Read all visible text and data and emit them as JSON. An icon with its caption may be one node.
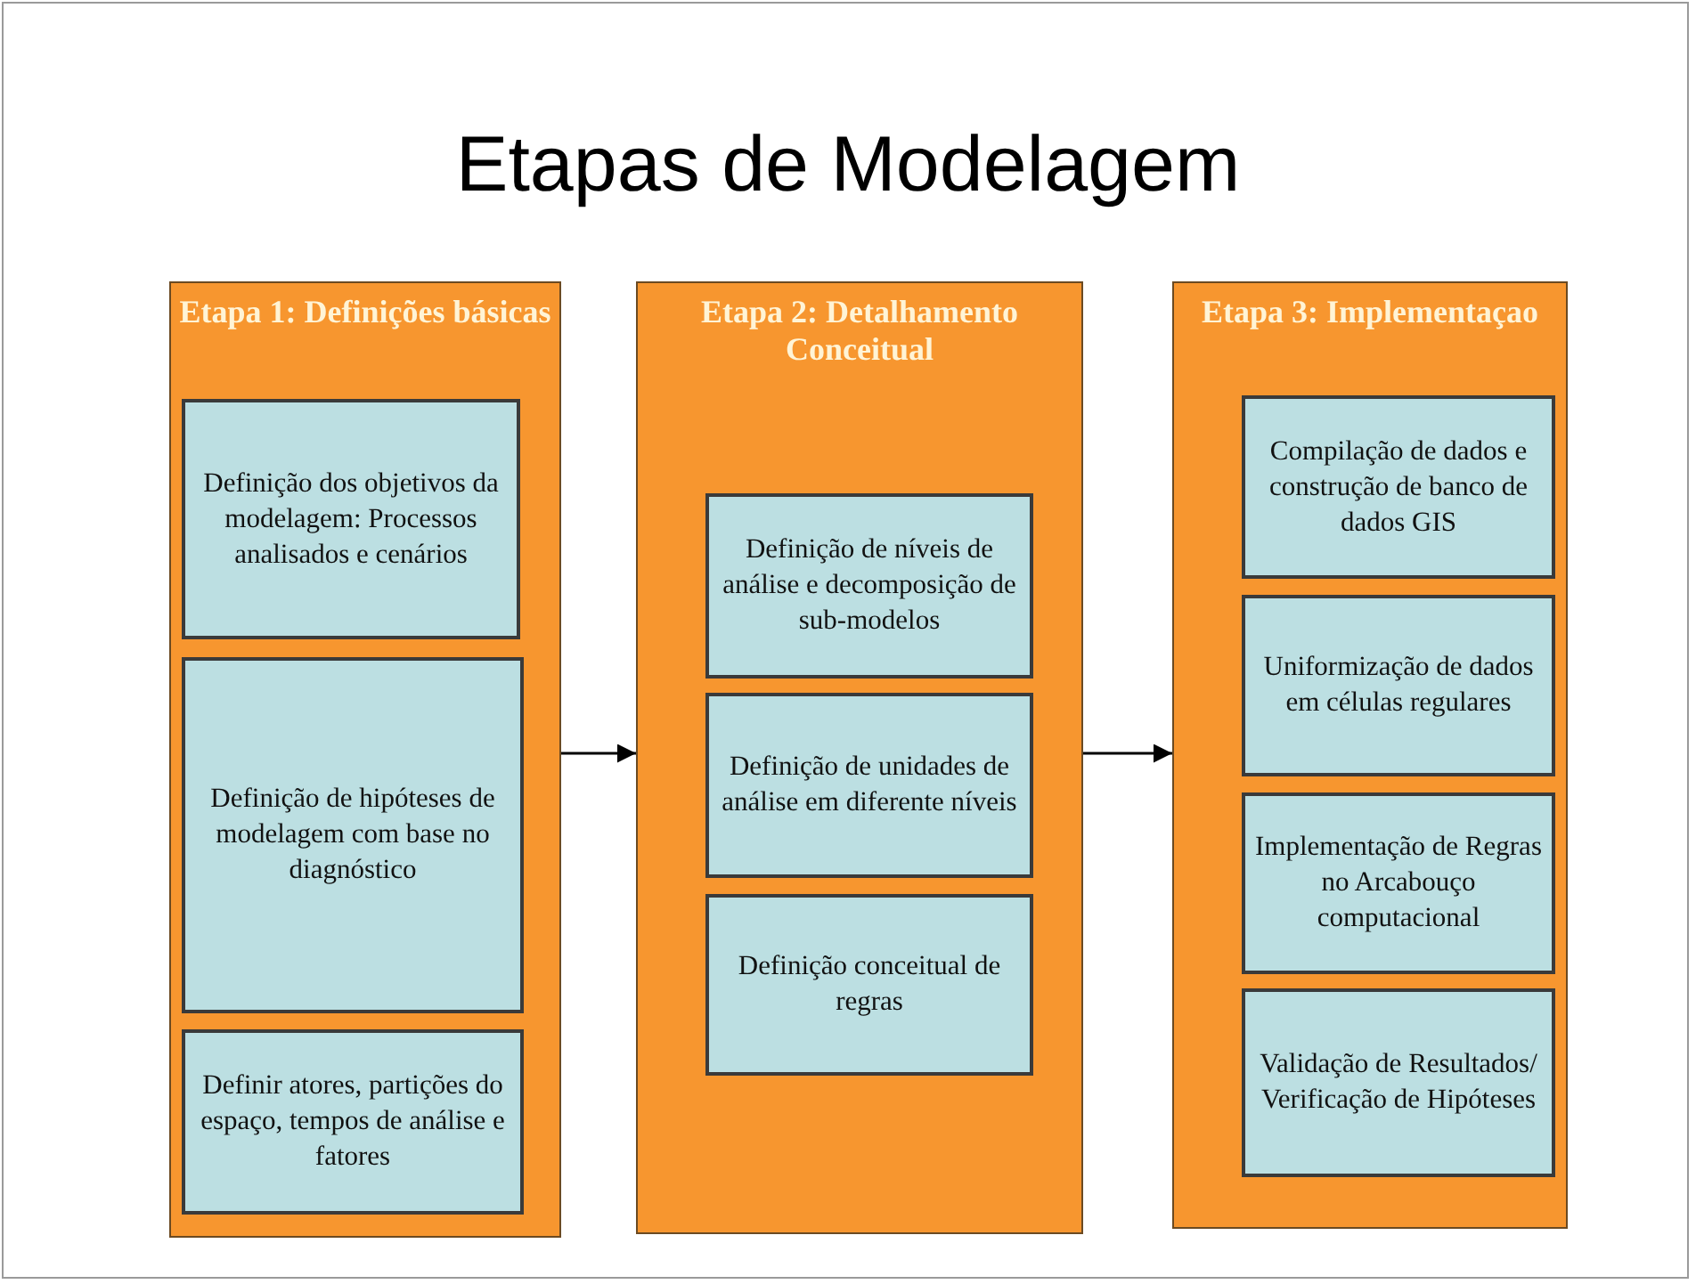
{
  "diagram": {
    "title": "Etapas de Modelagem",
    "nodes": [
      {
        "text": [
          "Etapa 1: Definições básicas"
        ]
      },
      {
        "text": [
          "Definição dos objetivos da modelagem: Processos analisados e cenários"
        ],
        "in": 0
      },
      {
        "text": [
          "Definição de hipóteses de modelagem com base no diagnóstico"
        ],
        "in": 0
      },
      {
        "text": [
          "Definir atores, partições do espaço, tempos de análise e fatores"
        ],
        "in": 0
      },
      {
        "text": [
          "Etapa 2: Detalhamento Conceitual"
        ]
      },
      {
        "text": [
          "Definição de níveis de análise e decomposição de sub-modelos"
        ],
        "in": 4
      },
      {
        "text": [
          "Definição de unidades de análise em diferente níveis"
        ],
        "in": 4
      },
      {
        "text": [
          "Definição conceitual de regras"
        ],
        "in": 4
      },
      {
        "text": [
          "Etapa 3: Implementaçao"
        ]
      },
      {
        "text": [
          "Compilação de dados e construção de banco de dados GIS"
        ],
        "in": 8
      },
      {
        "text": [
          "Uniformização de dados em células regulares"
        ],
        "in": 8
      },
      {
        "text": [
          "Implementação de Regras no Arcabouço computacional"
        ],
        "in": 8
      },
      {
        "text": [
          "Validação de Resultados/ Verificação de Hipóteses"
        ],
        "in": 8
      }
    ],
    "edges": [
      {
        "from": 0,
        "to": 4,
        "arrow": "to"
      },
      {
        "from": 4,
        "to": 8,
        "arrow": "to"
      }
    ]
  }
}
